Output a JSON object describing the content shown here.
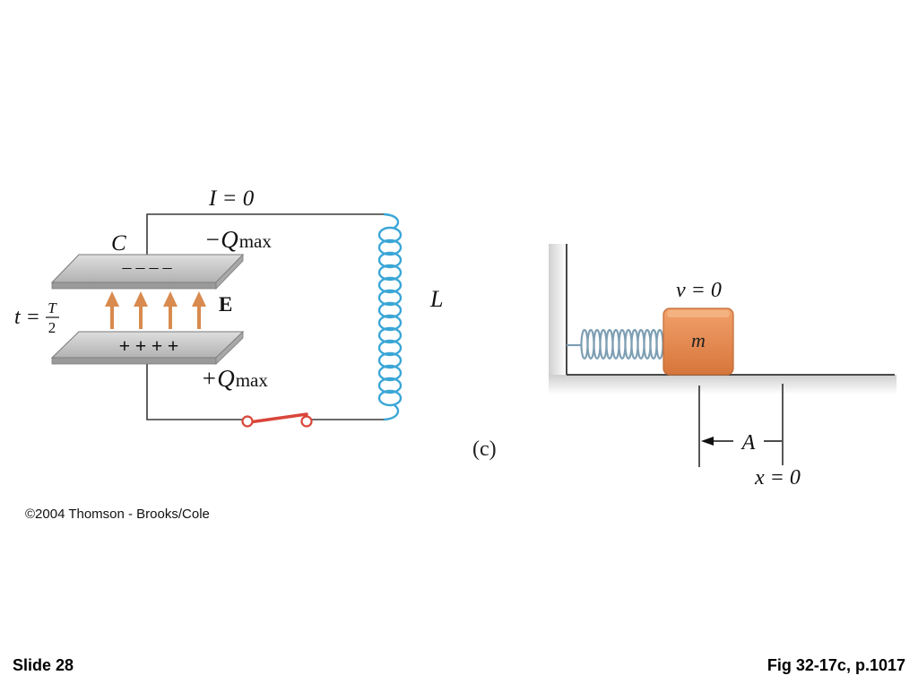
{
  "circuit": {
    "current_label": "I = 0",
    "capacitor_label": "C",
    "top_charge_label": "−Q",
    "top_charge_sub": "max",
    "bottom_charge_label": "+Q",
    "bottom_charge_sub": "max",
    "top_plate_signs": "– – – –",
    "bottom_plate_signs": "+ + + +",
    "field_label": "E",
    "time_label": "t =",
    "time_numerator": "T",
    "time_denominator": "2",
    "inductor_label": "L"
  },
  "panel_label": "(c)",
  "spring_mass": {
    "velocity_label": "v = 0",
    "mass_label": "m",
    "amplitude_label": "A",
    "position_label": "x = 0"
  },
  "copyright": "©2004 Thomson - Brooks/Cole",
  "footer": {
    "slide": "Slide 28",
    "figure": "Fig 32-17c, p.1017"
  },
  "colors": {
    "wire": "#3a3a3a",
    "plate": "#c8c8c8",
    "field_arrow": "#d98a4e",
    "inductor": "#3aa6d6",
    "switch": "#d9453a",
    "spring": "#7e9fb4",
    "block": "#e88a50",
    "floor_shadow": "#dcdcdc"
  }
}
